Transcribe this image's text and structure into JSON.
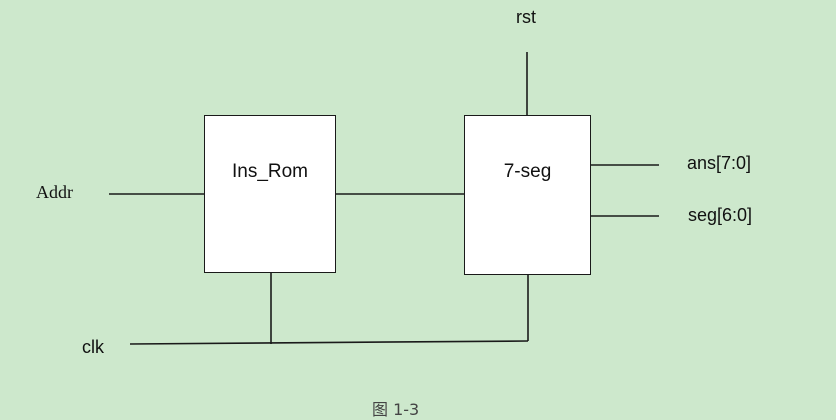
{
  "background_color": "#cde8cc",
  "blocks": {
    "ins_rom": {
      "label": "Ins_Rom"
    },
    "seg7": {
      "label": "7-seg"
    }
  },
  "signals": {
    "addr": "Addr",
    "clk": "clk",
    "rst": "rst",
    "ans": "ans[7:0]",
    "seg": "seg[6:0]"
  },
  "caption": "图 1-3"
}
